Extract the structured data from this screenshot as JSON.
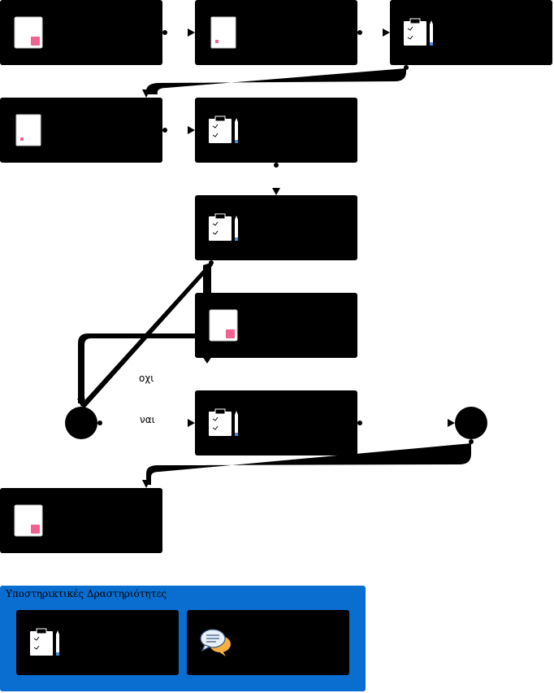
{
  "colors": {
    "node": "#000000",
    "support_panel": "#0a6ed1",
    "note_accent": "#f06292",
    "pencil_accent": "#4a90d9",
    "chat_bubble_a": "#e8f0fa",
    "chat_bubble_b": "#f5b041"
  },
  "edge_labels": {
    "no": "οχι",
    "yes": "ναι"
  },
  "support_panel": {
    "title": "Υποστηρικτικές Δραστηριότητες"
  },
  "icons": {
    "note": "note-page-icon",
    "small_note": "small-note-page-icon",
    "clipboard": "clipboard-pencil-icon",
    "chat": "chat-bubbles-icon"
  }
}
